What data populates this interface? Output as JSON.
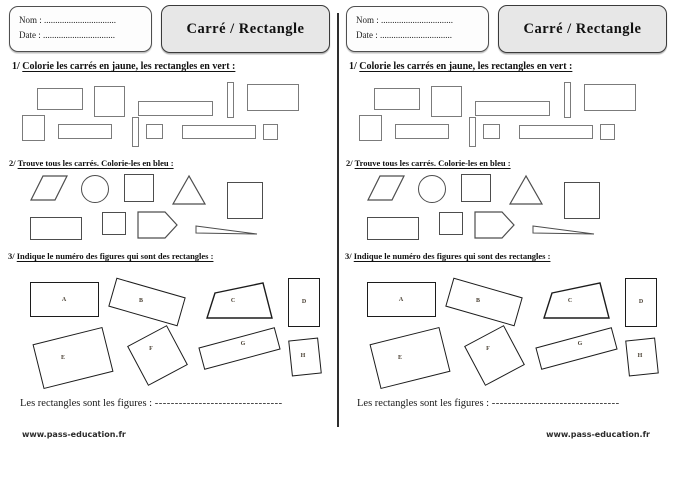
{
  "header": {
    "nom": "Nom : ................................",
    "date": "Date : ................................",
    "title": "Carré  /  Rectangle"
  },
  "ex1": {
    "num": "1/",
    "text": "Colorie les carrés en jaune, les rectangles en vert :"
  },
  "ex2": {
    "num": "2/",
    "text": "Trouve tous les carrés. Colorie-les en bleu :"
  },
  "ex3": {
    "num": "3/",
    "text": "Indique le numéro des figures qui sont des rectangles :"
  },
  "labels": [
    "A",
    "B",
    "C",
    "D",
    "E",
    "F",
    "G",
    "H"
  ],
  "answer": {
    "text": "Les rectangles sont les figures :",
    "dashes": "--------------------------------"
  },
  "footer": {
    "site": "www.pass-education.fr"
  },
  "colors": {
    "ink": "#1c1c1c",
    "box_fill": "#e7e7e7"
  }
}
